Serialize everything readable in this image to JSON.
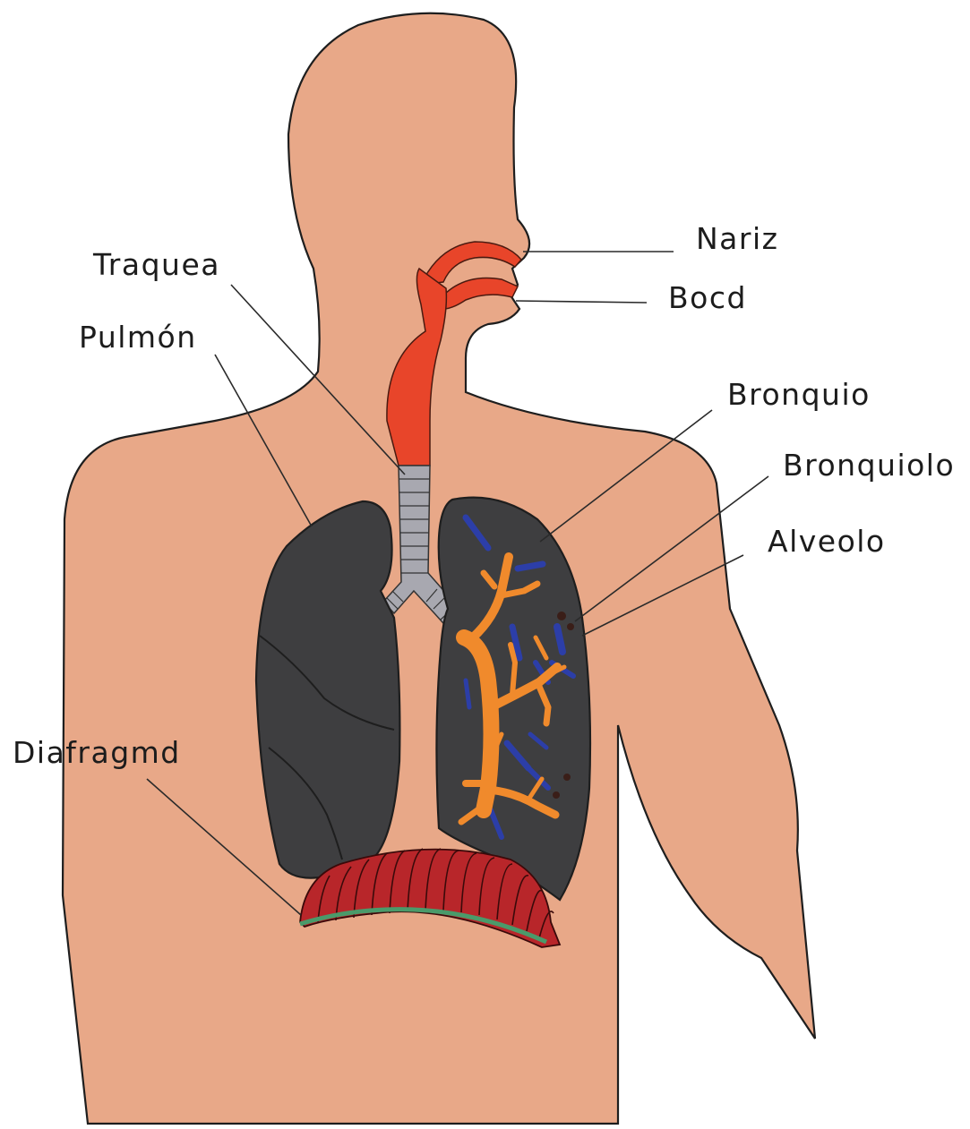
{
  "diagram": {
    "labels": {
      "nose": "Nariz",
      "mouth": "Bocd",
      "trachea": "Traquea",
      "lung": "Pulmón",
      "bronchus": "Bronquio",
      "bronchiole": "Bronquiolo",
      "alveolus": "Alveolo",
      "diaphragm": "Diafragmd"
    },
    "colors": {
      "skin": "#e8a888",
      "airway": "#e8452a",
      "trachea_rings": "#a8a8b0",
      "lung": "#3e3e40",
      "bronchial_tree": "#f08a2c",
      "bronchioles": "#2c3ea8",
      "diaphragm": "#b8262a",
      "diaphragm_base": "#4a9a6a"
    }
  }
}
